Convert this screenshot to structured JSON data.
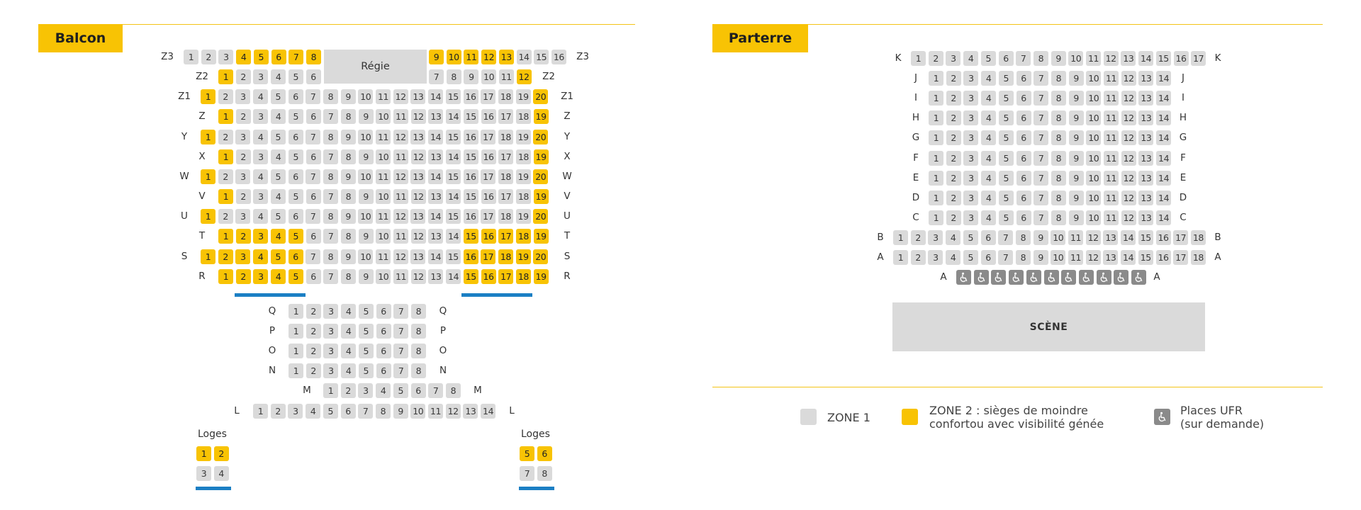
{
  "colors": {
    "zone1": "#dadada",
    "zone2": "#f8c304",
    "ufr": "#8a8a8a",
    "accessible_bar": "#1b7fc4",
    "divider": "#f3c417"
  },
  "balcony": {
    "title": "Balcon",
    "regie_label": "Régie",
    "loges_left_label": "Loges",
    "loges_right_label": "Loges",
    "rows": [
      {
        "label": "Z3",
        "seats": [
          "1",
          "2",
          "3",
          "4",
          "5",
          "6",
          "7",
          "8",
          "9",
          "10",
          "11",
          "12",
          "13",
          "14",
          "15",
          "16"
        ],
        "zone2": [
          "4",
          "5",
          "6",
          "7",
          "8",
          "9",
          "10",
          "11",
          "12",
          "13"
        ]
      },
      {
        "label": "Z2",
        "seats": [
          "1",
          "2",
          "3",
          "4",
          "5",
          "6",
          "7",
          "8",
          "9",
          "10",
          "11",
          "12"
        ],
        "zone2": [
          "1",
          "12"
        ]
      },
      {
        "label": "Z1",
        "seats": [
          "1",
          "2",
          "3",
          "4",
          "5",
          "6",
          "7",
          "8",
          "9",
          "10",
          "11",
          "12",
          "13",
          "14",
          "15",
          "16",
          "17",
          "18",
          "19",
          "20"
        ],
        "zone2": [
          "1",
          "20"
        ]
      },
      {
        "label": "Z",
        "seats": [
          "1",
          "2",
          "3",
          "4",
          "5",
          "6",
          "7",
          "8",
          "9",
          "10",
          "11",
          "12",
          "13",
          "14",
          "15",
          "16",
          "17",
          "18",
          "19"
        ],
        "zone2": [
          "1",
          "19"
        ]
      },
      {
        "label": "Y",
        "seats": [
          "1",
          "2",
          "3",
          "4",
          "5",
          "6",
          "7",
          "8",
          "9",
          "10",
          "11",
          "12",
          "13",
          "14",
          "15",
          "16",
          "17",
          "18",
          "19",
          "20"
        ],
        "zone2": [
          "1",
          "20"
        ]
      },
      {
        "label": "X",
        "seats": [
          "1",
          "2",
          "3",
          "4",
          "5",
          "6",
          "7",
          "8",
          "9",
          "10",
          "11",
          "12",
          "13",
          "14",
          "15",
          "16",
          "17",
          "18",
          "19"
        ],
        "zone2": [
          "1",
          "19"
        ]
      },
      {
        "label": "W",
        "seats": [
          "1",
          "2",
          "3",
          "4",
          "5",
          "6",
          "7",
          "8",
          "9",
          "10",
          "11",
          "12",
          "13",
          "14",
          "15",
          "16",
          "17",
          "18",
          "19",
          "20"
        ],
        "zone2": [
          "1",
          "20"
        ]
      },
      {
        "label": "V",
        "seats": [
          "1",
          "2",
          "3",
          "4",
          "5",
          "6",
          "7",
          "8",
          "9",
          "10",
          "11",
          "12",
          "13",
          "14",
          "15",
          "16",
          "17",
          "18",
          "19"
        ],
        "zone2": [
          "1",
          "19"
        ]
      },
      {
        "label": "U",
        "seats": [
          "1",
          "2",
          "3",
          "4",
          "5",
          "6",
          "7",
          "8",
          "9",
          "10",
          "11",
          "12",
          "13",
          "14",
          "15",
          "16",
          "17",
          "18",
          "19",
          "20"
        ],
        "zone2": [
          "1",
          "20"
        ]
      },
      {
        "label": "T",
        "seats": [
          "1",
          "2",
          "3",
          "4",
          "5",
          "6",
          "7",
          "8",
          "9",
          "10",
          "11",
          "12",
          "13",
          "14",
          "15",
          "16",
          "17",
          "18",
          "19"
        ],
        "zone2": [
          "1",
          "2",
          "3",
          "4",
          "5",
          "15",
          "16",
          "17",
          "18",
          "19"
        ]
      },
      {
        "label": "S",
        "seats": [
          "1",
          "2",
          "3",
          "4",
          "5",
          "6",
          "7",
          "8",
          "9",
          "10",
          "11",
          "12",
          "13",
          "14",
          "15",
          "16",
          "17",
          "18",
          "19",
          "20"
        ],
        "zone2": [
          "1",
          "2",
          "3",
          "4",
          "5",
          "6",
          "16",
          "17",
          "18",
          "19",
          "20"
        ]
      },
      {
        "label": "R",
        "seats": [
          "1",
          "2",
          "3",
          "4",
          "5",
          "6",
          "7",
          "8",
          "9",
          "10",
          "11",
          "12",
          "13",
          "14",
          "15",
          "16",
          "17",
          "18",
          "19"
        ],
        "zone2": [
          "1",
          "2",
          "3",
          "4",
          "5",
          "15",
          "16",
          "17",
          "18",
          "19"
        ]
      },
      {
        "label": "Q",
        "seats": [
          "1",
          "2",
          "3",
          "4",
          "5",
          "6",
          "7",
          "8"
        ],
        "zone2": []
      },
      {
        "label": "P",
        "seats": [
          "1",
          "2",
          "3",
          "4",
          "5",
          "6",
          "7",
          "8"
        ],
        "zone2": []
      },
      {
        "label": "O",
        "seats": [
          "1",
          "2",
          "3",
          "4",
          "5",
          "6",
          "7",
          "8"
        ],
        "zone2": []
      },
      {
        "label": "N",
        "seats": [
          "1",
          "2",
          "3",
          "4",
          "5",
          "6",
          "7",
          "8"
        ],
        "zone2": []
      },
      {
        "label": "M",
        "seats": [
          "1",
          "2",
          "3",
          "4",
          "5",
          "6",
          "7",
          "8"
        ],
        "zone2": []
      },
      {
        "label": "L",
        "seats": [
          "1",
          "2",
          "3",
          "4",
          "5",
          "6",
          "7",
          "8",
          "9",
          "10",
          "11",
          "12",
          "13",
          "14"
        ],
        "zone2": []
      }
    ],
    "loges_left": [
      {
        "seats": [
          "1",
          "2"
        ],
        "zone2": [
          "1",
          "2"
        ]
      },
      {
        "seats": [
          "3",
          "4"
        ],
        "zone2": []
      }
    ],
    "loges_right": [
      {
        "seats": [
          "5",
          "6"
        ],
        "zone2": [
          "5",
          "6"
        ]
      },
      {
        "seats": [
          "7",
          "8"
        ],
        "zone2": []
      }
    ]
  },
  "parterre": {
    "title": "Parterre",
    "stage_label": "SCÈNE",
    "rows": [
      {
        "label": "K",
        "seats": [
          "1",
          "2",
          "3",
          "4",
          "5",
          "6",
          "7",
          "8",
          "9",
          "10",
          "11",
          "12",
          "13",
          "14",
          "15",
          "16",
          "17"
        ]
      },
      {
        "label": "J",
        "seats": [
          "1",
          "2",
          "3",
          "4",
          "5",
          "6",
          "7",
          "8",
          "9",
          "10",
          "11",
          "12",
          "13",
          "14"
        ]
      },
      {
        "label": "I",
        "seats": [
          "1",
          "2",
          "3",
          "4",
          "5",
          "6",
          "7",
          "8",
          "9",
          "10",
          "11",
          "12",
          "13",
          "14"
        ]
      },
      {
        "label": "H",
        "seats": [
          "1",
          "2",
          "3",
          "4",
          "5",
          "6",
          "7",
          "8",
          "9",
          "10",
          "11",
          "12",
          "13",
          "14"
        ]
      },
      {
        "label": "G",
        "seats": [
          "1",
          "2",
          "3",
          "4",
          "5",
          "6",
          "7",
          "8",
          "9",
          "10",
          "11",
          "12",
          "13",
          "14"
        ]
      },
      {
        "label": "F",
        "seats": [
          "1",
          "2",
          "3",
          "4",
          "5",
          "6",
          "7",
          "8",
          "9",
          "10",
          "11",
          "12",
          "13",
          "14"
        ]
      },
      {
        "label": "E",
        "seats": [
          "1",
          "2",
          "3",
          "4",
          "5",
          "6",
          "7",
          "8",
          "9",
          "10",
          "11",
          "12",
          "13",
          "14"
        ]
      },
      {
        "label": "D",
        "seats": [
          "1",
          "2",
          "3",
          "4",
          "5",
          "6",
          "7",
          "8",
          "9",
          "10",
          "11",
          "12",
          "13",
          "14"
        ]
      },
      {
        "label": "C",
        "seats": [
          "1",
          "2",
          "3",
          "4",
          "5",
          "6",
          "7",
          "8",
          "9",
          "10",
          "11",
          "12",
          "13",
          "14"
        ]
      },
      {
        "label": "B",
        "seats": [
          "1",
          "2",
          "3",
          "4",
          "5",
          "6",
          "7",
          "8",
          "9",
          "10",
          "11",
          "12",
          "13",
          "14",
          "15",
          "16",
          "17",
          "18"
        ]
      },
      {
        "label": "A",
        "seats": [
          "1",
          "2",
          "3",
          "4",
          "5",
          "6",
          "7",
          "8",
          "9",
          "10",
          "11",
          "12",
          "13",
          "14",
          "15",
          "16",
          "17",
          "18"
        ]
      }
    ],
    "ufr_row": {
      "label": "A",
      "icon": "wheelchair-icon"
    }
  },
  "legend": {
    "zone1_label": "ZONE 1",
    "zone2_line1": "ZONE 2 : sièges de moindre",
    "zone2_line2": "confortou avec visibilité génée",
    "ufr_line1": "Places UFR",
    "ufr_line2": "(sur demande)",
    "ufr_icon": "wheelchair-icon"
  }
}
